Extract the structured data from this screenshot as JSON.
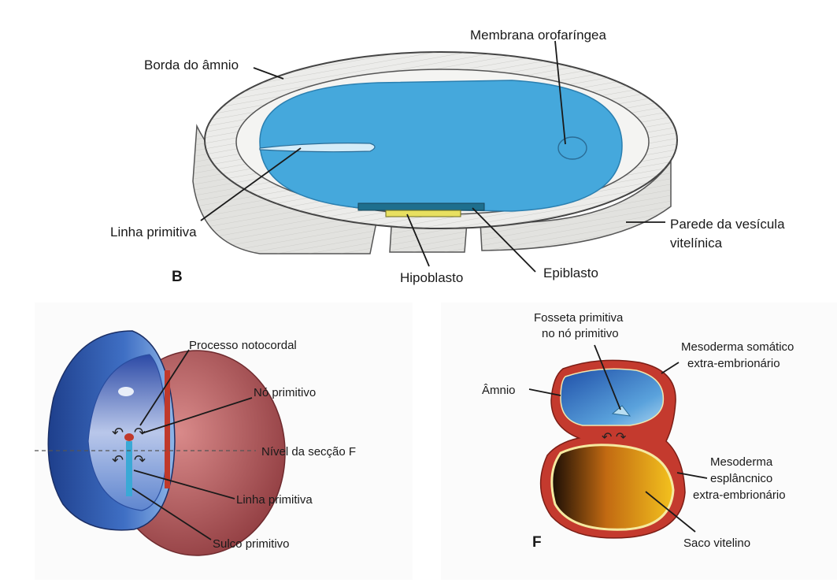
{
  "panel_b": {
    "letter": "B",
    "labels": {
      "membrana": "Membrana orofaríngea",
      "borda": "Borda do âmnio",
      "linha": "Linha primitiva",
      "parede_1": "Parede da vesícula",
      "parede_2": "vitelínica",
      "hipoblasto": "Hipoblasto",
      "epiblasto": "Epiblasto"
    }
  },
  "panel_e": {
    "labels": {
      "processo": "Processo notocordal",
      "no": "Nó primitivo",
      "nivel": "Nível da secção F",
      "linha": "Linha primitiva",
      "sulco": "Sulco primitivo"
    }
  },
  "panel_f": {
    "letter": "F",
    "labels": {
      "fosseta_1": "Fosseta primitiva",
      "fosseta_2": "no nó primitivo",
      "meso_som_1": "Mesoderma somático",
      "meso_som_2": "extra-embrionário",
      "amnio": "Âmnio",
      "meso_esp_1": "Mesoderma",
      "meso_esp_2": "esplâncnico",
      "meso_esp_3": "extra-embrionário",
      "saco": "Saco vitelino"
    }
  },
  "colors": {
    "disc_blue": "#45a8dc",
    "amnion_red": "#c0392b",
    "yolk_orange": "#e8a21c",
    "tissue_gray": "#d9d9d6"
  }
}
